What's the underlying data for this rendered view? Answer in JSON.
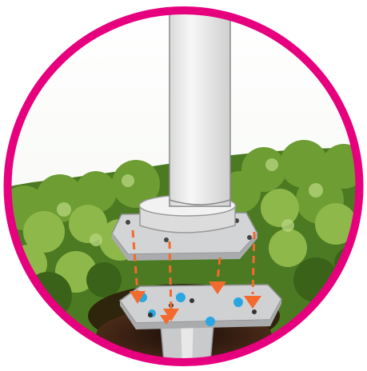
{
  "illustration": {
    "frame_color": "#e6007e",
    "arrow_color": "#f26a2e",
    "bolt_color": "#2aa7e0",
    "pole_color": "#ececec",
    "flange_color": "#cfd0d2",
    "foliage_colors": [
      "#3f6b1e",
      "#5a8a2a",
      "#7aa83c",
      "#a7c86a"
    ],
    "icons": [
      "pole",
      "pole-flange",
      "base-plate",
      "mounting-bolt",
      "down-arrow",
      "trees"
    ],
    "assembly_arrows": 5,
    "mounting_bolts": 5
  }
}
